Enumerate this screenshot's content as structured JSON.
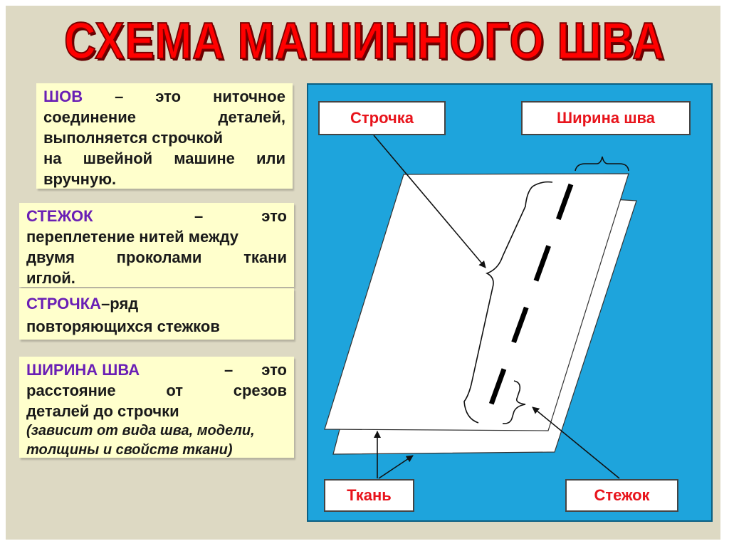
{
  "title": "СХЕМА МАШИННОГО ШВА",
  "definitions": {
    "shov": {
      "term": "ШОВ",
      "l1_rest": [
        "–",
        "это",
        "ниточное"
      ],
      "l2": [
        "соединение",
        "деталей,"
      ],
      "l3": "выполняется строчкой",
      "l4": [
        "на",
        "швейной",
        "машине",
        "или"
      ],
      "l5": "вручную."
    },
    "stezhok": {
      "term": "СТЕЖОК",
      "l1_rest": [
        "–",
        "это"
      ],
      "l2": "переплетение нитей между",
      "l3": [
        "двумя",
        "проколами",
        "ткани"
      ],
      "l4": "иглой."
    },
    "strochka": {
      "term": "СТРОЧКА",
      "l1_rest": " –ряд",
      "l2": "повторяющихся стежков"
    },
    "shirina": {
      "term": "ШИРИНА ШВА",
      "l1_rest": [
        "–",
        "это"
      ],
      "l2": [
        "расстояние",
        "от",
        "срезов"
      ],
      "l3": "деталей до строчки",
      "l4": "(зависит от вида шва, модели,",
      "l5": "толщины и свойств ткани)"
    }
  },
  "diagram_labels": {
    "strochka": "Строчка",
    "shirina_shva": "Ширина шва",
    "tkan": "Ткань",
    "stezhok": "Стежок"
  },
  "colors": {
    "title": "#ff0000",
    "term": "#6a1fb5",
    "definition_bg": "#ffffcc",
    "panel_bg": "#1ea4dc",
    "label_text": "#e8141c",
    "slide_bg": "#ddd9c3"
  }
}
